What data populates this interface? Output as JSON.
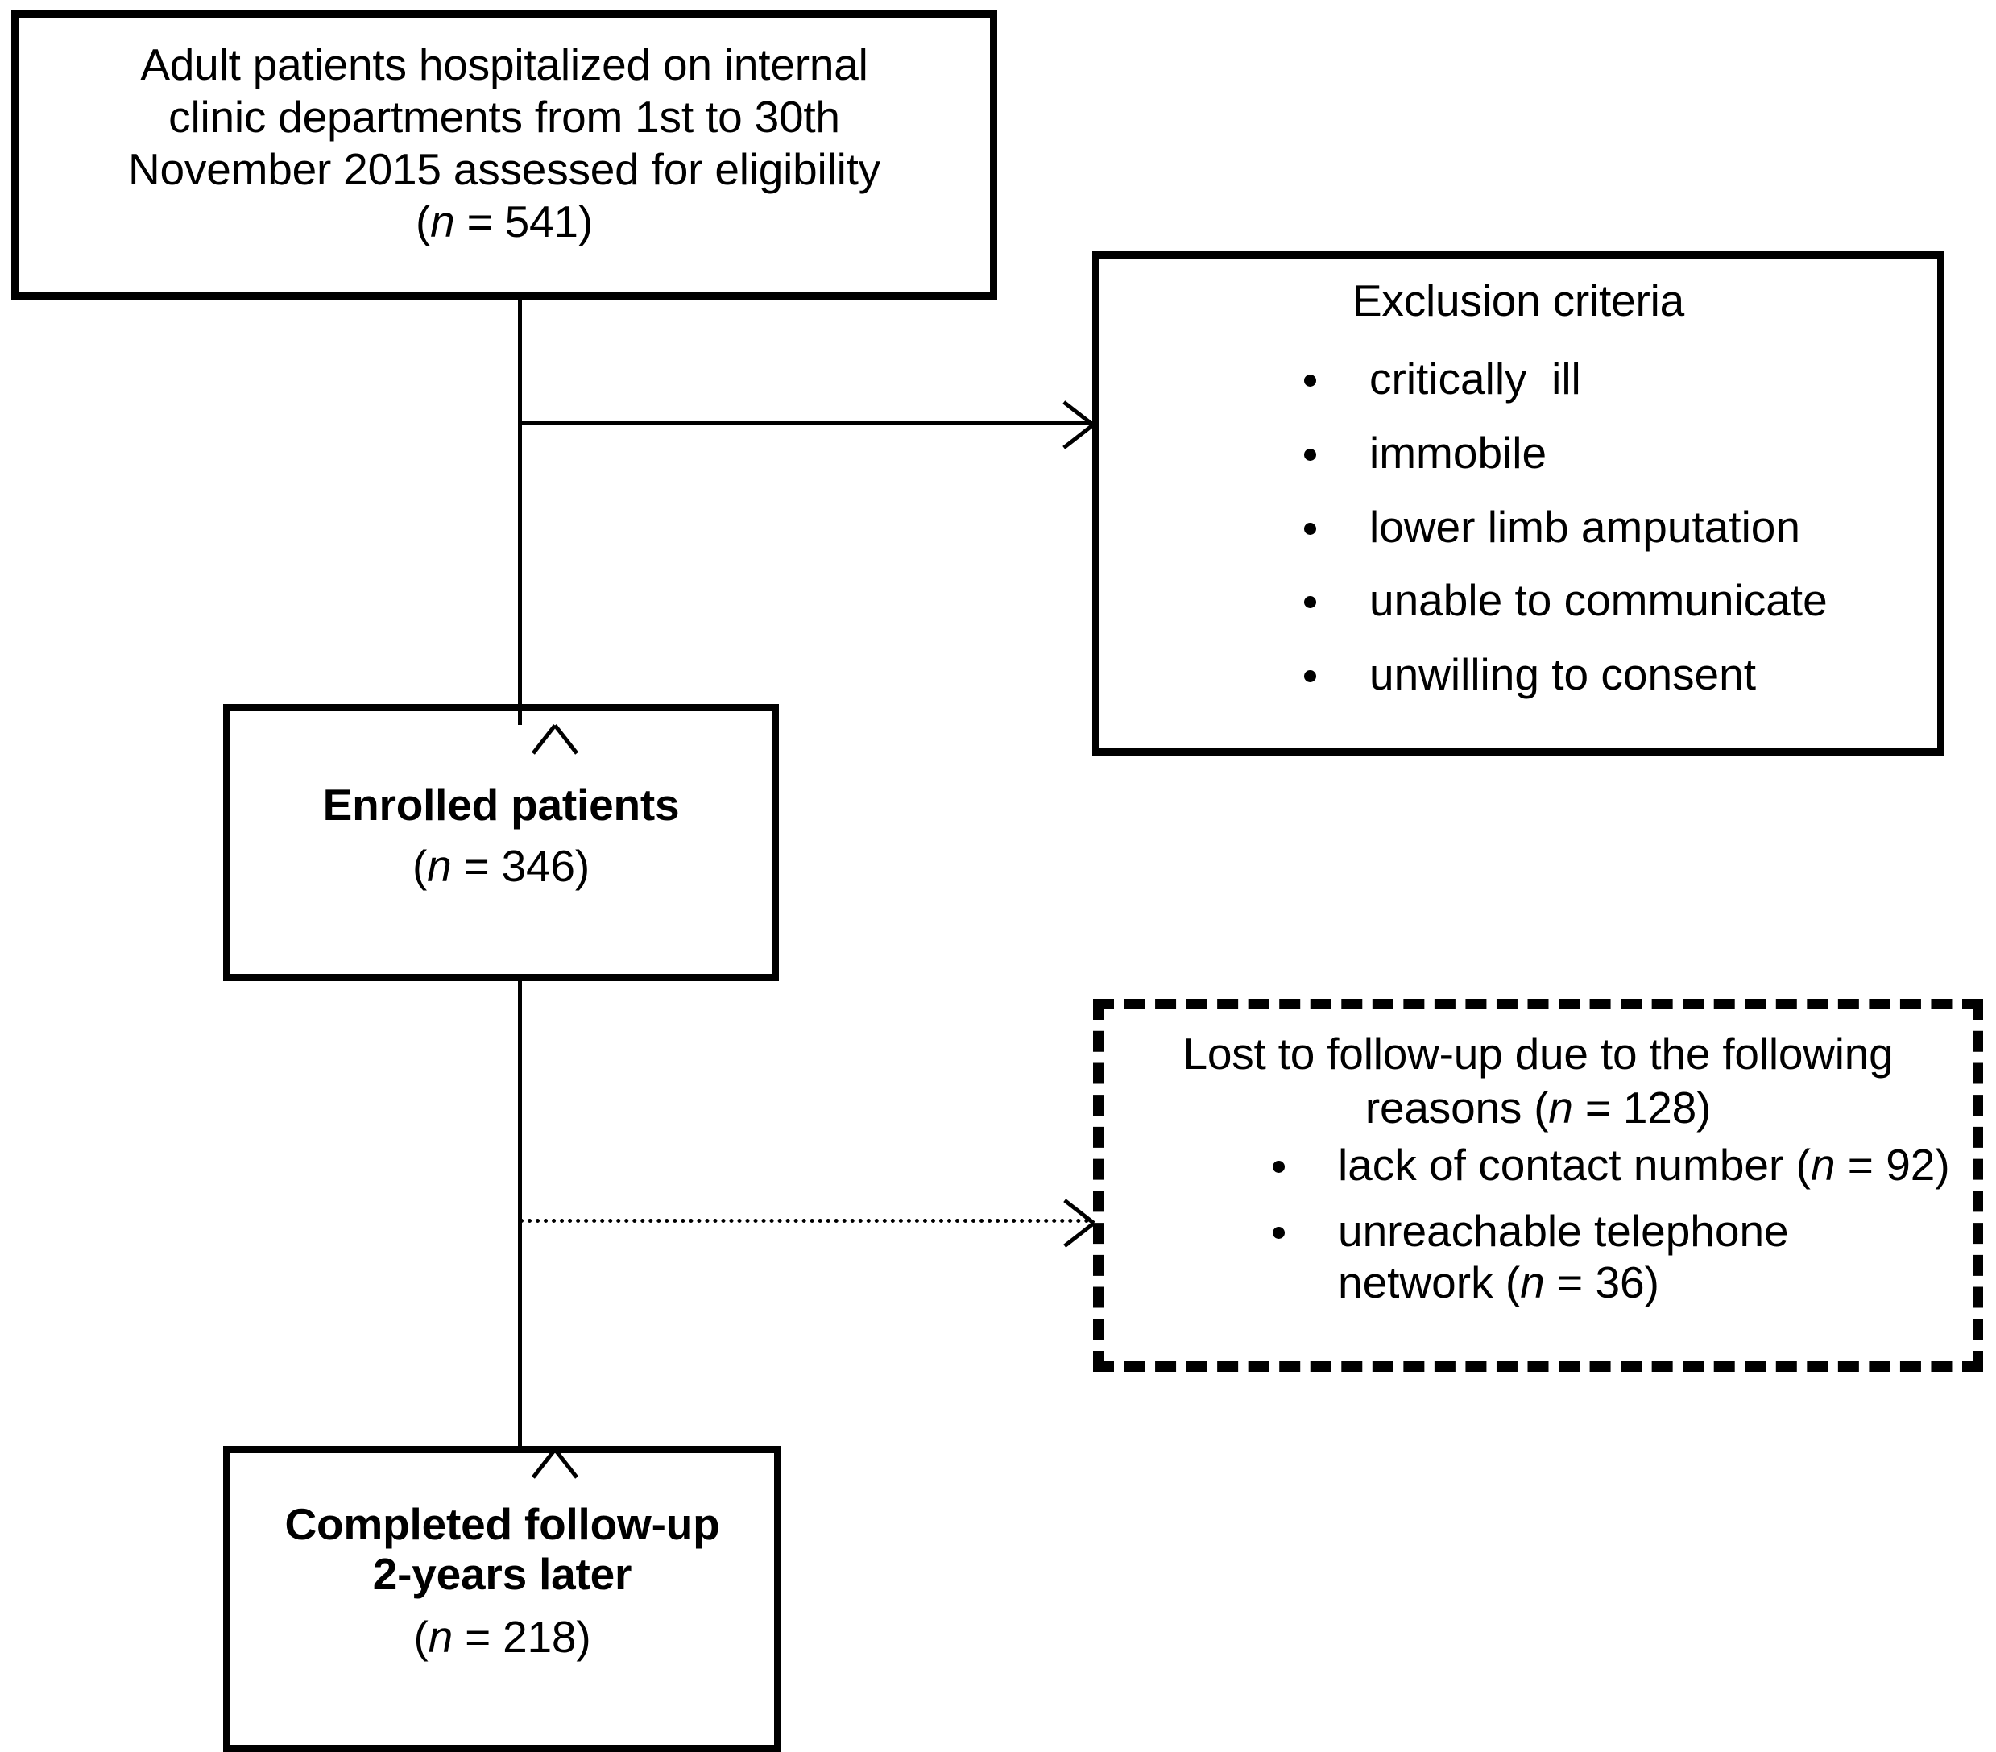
{
  "diagram": {
    "type": "flowchart",
    "title": "Study participant flow diagram",
    "boxes": {
      "eligibility": {
        "name": "Adult patients hospitalized on internal clinic departments from 1st to 30th November 2015 assessed for eligibility",
        "lines": [
          "Adult patients hospitalized on internal",
          "clinic  departments from 1st to 30th",
          "November 2015 assessed for eligibility"
        ],
        "count_prefix": "(",
        "count_var": "n",
        "count_eq": " = ",
        "count_value": "541",
        "count_suffix": ")",
        "border_style": "solid"
      },
      "exclusion": {
        "title": "Exclusion criteria",
        "items": [
          "critically  ill",
          "immobile",
          "lower limb amputation",
          "unable to communicate",
          "unwilling to consent"
        ],
        "border_style": "solid"
      },
      "enrolled": {
        "title": "Enrolled patients",
        "count_prefix": "(",
        "count_var": "n",
        "count_eq": " = ",
        "count_value": "346",
        "count_suffix": ")",
        "border_style": "solid"
      },
      "lost": {
        "title_line1": "Lost to follow-up due to the following",
        "title_line2_prefix": "reasons (",
        "title_line2_var": "n",
        "title_line2_eq": " = ",
        "title_line2_value": "128",
        "title_line2_suffix": ")",
        "items": [
          {
            "text_before": "lack of contact number (",
            "var": "n",
            "eq": " = ",
            "value": "92",
            "text_after": ")"
          },
          {
            "text_before": "unreachable telephone\nnetwork (",
            "var": "n",
            "eq": " = ",
            "value": "36",
            "text_after": ")"
          }
        ],
        "border_style": "dashed"
      },
      "completed": {
        "title_line1": "Completed follow-up",
        "title_line2": "2-years later",
        "count_prefix": "(",
        "count_var": "n",
        "count_eq": " = ",
        "count_value": "218",
        "count_suffix": ")",
        "border_style": "solid"
      }
    },
    "connectors": [
      {
        "name": "eligibility-to-enrolled",
        "style": "solid",
        "direction": "down"
      },
      {
        "name": "eligibility-to-exclusion",
        "style": "solid",
        "direction": "right"
      },
      {
        "name": "enrolled-to-completed",
        "style": "solid",
        "direction": "down"
      },
      {
        "name": "enrolled-to-lost",
        "style": "dotted",
        "direction": "right"
      }
    ],
    "colors": {
      "stroke": "#000000",
      "background": "#ffffff",
      "text": "#000000"
    }
  }
}
